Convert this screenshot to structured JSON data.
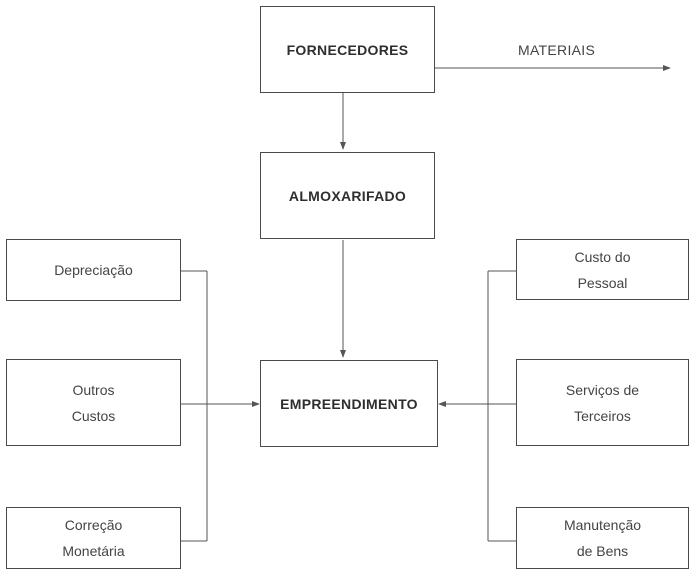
{
  "diagram": {
    "nodes": {
      "fornecedores": "FORNECEDORES",
      "almoxarifado": "ALMOXARIFADO",
      "empreendimento": "EMPREENDIMENTO",
      "depreciacao": "Depreciação",
      "outros_custos": [
        "Outros",
        "Custos"
      ],
      "correcao_monetaria": [
        "Correção",
        "Monetária"
      ],
      "custo_pessoal": [
        "Custo do",
        "Pessoal"
      ],
      "servicos_terceiros": [
        "Serviços de",
        "Terceiros"
      ],
      "manutencao_bens": [
        "Manutenção",
        "de Bens"
      ]
    },
    "edge_labels": {
      "materiais": "MATERIAIS"
    },
    "colors": {
      "line": "#555555",
      "box_border": "#4a4a4a"
    }
  }
}
